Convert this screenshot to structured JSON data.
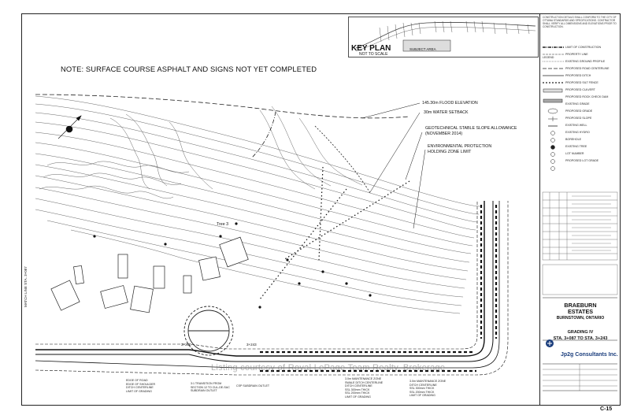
{
  "note": "NOTE: SURFACE COURSE ASPHALT AND SIGNS NOT YET COMPLETED",
  "key_plan": {
    "title": "KEY PLAN",
    "subtitle": "NOT TO SCALE",
    "subject_area": "SUBJECT AREA"
  },
  "annotations": [
    "145.30m FLOOD ELEVATION",
    "30m WATER SETBACK",
    "GEOTECHNICAL STABLE SLOPE ALLOWANCE",
    "(NOVEMBER 2014)",
    "ENVIRONMENTAL PROTECTION",
    "HOLDING ZONE LIMIT"
  ],
  "tree_label": "Tree 3",
  "match_line": "MATCH LINE STA. 3+087",
  "station_labels": [
    "3+200",
    "3+243"
  ],
  "bottom_labels": [
    [
      "EDGE OF ROAD",
      "EDGE OF SHOULDER",
      "DITCH CENTERLINE",
      "LIMIT OF GRADING"
    ],
    [
      "3:1 TRANSITION FROM",
      "SECTION 12 TO CUL-DE-SAC",
      "SUBDRAIN OUTLET"
    ],
    [
      "CSP SUBDRAIN OUTLET"
    ],
    [
      "3.0m MAINTENANCE ZONE",
      "SWALE DITCH CENTERLINE",
      "DITCH CENTERLINE",
      "SSL 300mm THICK",
      "SSL 200mm THICK",
      "LIMIT OF GRADING"
    ],
    [
      "3.0m MAINTENANCE ZONE",
      "DITCH CENTERLINE",
      "SSL 300mm THICK",
      "SSL 200mm THICK",
      "LIMIT OF GRADING"
    ]
  ],
  "watermark": "Listing courtesy of Royal LePage Team Realty, Brokerage",
  "title_block": {
    "notes": "CONSTRUCTION DETAILS SHALL CONFORM TO THE CITY OF OTTAWA STANDARDS AND SPECIFICATIONS. CONTRACTOR SHALL VERIFY ALL DIMENSIONS AND ELEVATIONS PRIOR TO CONSTRUCTION.",
    "legend_title": "LEGEND",
    "legend": [
      "LIMIT OF CONSTRUCTION",
      "PROPERTY LINE",
      "EXISTING GROUND PROFILE",
      "PROPOSED ROAD CENTERLINE",
      "PROPOSED DITCH",
      "PROPOSED SILT FENCE",
      "PROPOSED CULVERT",
      "PROPOSED ROCK CHECK DAM",
      "EXISTING GRADE",
      "PROPOSED GRADE",
      "PROPOSED SLOPE",
      "EXISTING WELL",
      "EXISTING HYDRO",
      "BOREHOLE",
      "EXISTING TREE",
      "LOT NUMBER",
      "PROPOSED LOT GRADE"
    ],
    "project_name_1": "BRAEBURN",
    "project_name_2": "ESTATES",
    "location": "BURNSTOWN, ONTARIO",
    "sheet_title": "GRADING IV",
    "stations": "STA. 3+087 TO STA. 3+243",
    "consultant": "Jp2g Consultants Inc.",
    "sheet_number": "C-15"
  },
  "colors": {
    "ink": "#111111",
    "brand": "#1a3d7c",
    "background": "#ffffff"
  }
}
